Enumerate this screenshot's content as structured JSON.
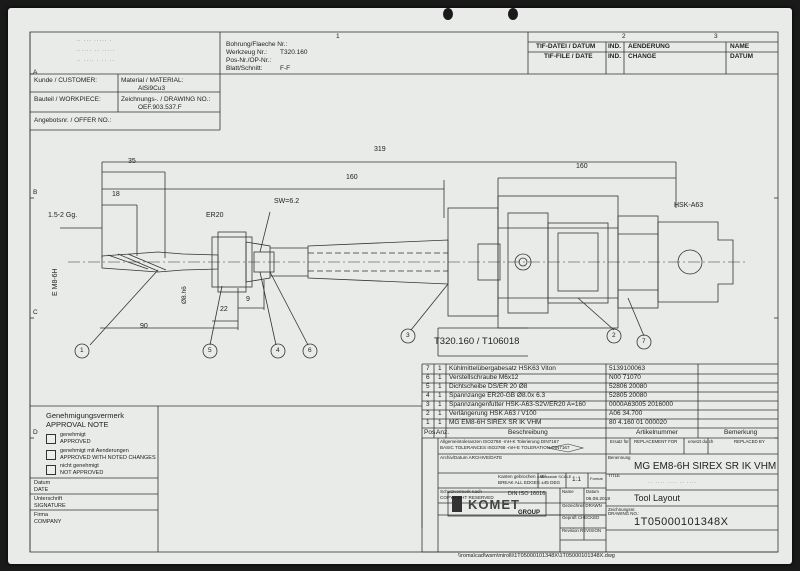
{
  "header": {
    "bohrung_label": "Bohrung/Flaeche Nr.:",
    "werkzeug_label": "Werkzeug Nr.:",
    "werkzeug_value": "T320.160",
    "pos_label": "Pos-Nr./OP-Nr.:",
    "blatt_label": "Blatt/Schnitt:",
    "blatt_value": "F-F",
    "tif_datei": "TIF-DATEI / DATUM",
    "tif_file": "TIF-FILE / DATE",
    "ind1": "IND.",
    "ind2": "IND.",
    "aenderung": "AENDERUNG",
    "change": "CHANGE",
    "name": "NAME",
    "datum": "DATUM",
    "grid_cols": [
      "1",
      "2",
      "3"
    ],
    "grid_rows": [
      "A",
      "B",
      "C",
      "D"
    ],
    "stamp_lines": [
      "·· ··· ·····  ·",
      "······ ·· ·····",
      "·· ···· · ·· ··"
    ]
  },
  "info": {
    "kunde": "Kunde / CUSTOMER:",
    "material_label": "Material / MATERIAL:",
    "material_value": "AlSi9Cu3",
    "bauteil": "Bauteil / WORKPIECE:",
    "zeichnung_label": "Zeichnungs-. / DRAWING NO.:",
    "zeichnung_value": "OEF.903.537.F",
    "angebot": "Angebotsnr. / OFFER NO.:"
  },
  "drawing": {
    "dim_319": "319",
    "dim_160a": "160",
    "dim_160b": "160",
    "dim_35": "35",
    "dim_18": "18",
    "dim_15": "1.5-2 Gg.",
    "er20": "ER20",
    "sw": "SW=6.2",
    "hsk": "HSK-A63",
    "em8": "E M8-6H",
    "dia": "Ø8.h6",
    "dim_22": "22",
    "dim_9": "9",
    "dim_90": "90",
    "tool_ref": "T320.160 / T106018",
    "balloons": [
      "1",
      "5",
      "4",
      "6",
      "3",
      "2",
      "7"
    ]
  },
  "bom": {
    "rows": [
      {
        "pos": "7",
        "anz": "1",
        "desc": "Kühlmittelübergabesatz HSK63 Viton",
        "art": "5139100063"
      },
      {
        "pos": "6",
        "anz": "1",
        "desc": "Verstellschraube M6x12",
        "art": "N00 71070"
      },
      {
        "pos": "5",
        "anz": "1",
        "desc": "Dichtscheibe DS/ER 20 Ø8",
        "art": "52806 20080"
      },
      {
        "pos": "4",
        "anz": "1",
        "desc": "Spannzange ER20-GB Ø8.0x 6.3",
        "art": "52805 20080"
      },
      {
        "pos": "3",
        "anz": "1",
        "desc": "Spannzangenfutter HSK-A63-S2V/ER20 A=160",
        "art": "0000A63005 2016000"
      },
      {
        "pos": "2",
        "anz": "1",
        "desc": "Verlängerung HSK A63 / V100",
        "art": "A06 34.700"
      },
      {
        "pos": "1",
        "anz": "1",
        "desc": "MG EM8-6H SIREX SR IK VHM",
        "art": "80 4.160 01 000020"
      }
    ],
    "h_pos": "Pos.",
    "h_anz": "Anz.",
    "h_desc": "Beschreibung",
    "h_art": "Artikelnummer",
    "h_bem": "Bemerkung"
  },
  "approval": {
    "title1": "Genehmigungsvermerk",
    "title2": "APPROVAL NOTE",
    "opt1a": "genehmigt",
    "opt1b": "APPROVED",
    "opt2a": "genehmigt mit Aenderungen",
    "opt2b": "APPROVED WITH NOTED CHANGES",
    "opt3a": "nicht genehmigt",
    "opt3b": "NOT APPROVED",
    "datum": "Datum",
    "date": "DATE",
    "unterschrift": "Unterschrift",
    "signature": "SIGNATURE",
    "firma": "Firma",
    "company": "COMPANY"
  },
  "titleblock": {
    "tol1": "Allgemeintoleranzen ISO2768 -mH-K  Tolerierung DIN7167",
    "tol2": "BASIC TOLERANCES ISO2768 -mH-E  TOLERATION DIN7167",
    "archiv": "Archiv/Datum  ARCHIVE/DATE",
    "kanten1": "Kanten gebrochen  ±45°",
    "kanten2": "BREAK ALL EDGES  ±45 DEG",
    "massstab": "Massstab SCALE",
    "scale_value": "1:1",
    "format": "Format",
    "schutz1": "Schutzvermerk nach",
    "schutz2": "COPYRIGHT RESERVED",
    "din": "DIN ISO 16016",
    "gezeichnet": "Gezeichnet DRAWN",
    "drawn_date": "06.08.2018",
    "geprueft": "Geprüft CHECKED",
    "revision": "Revision REVISION",
    "ersatz_fuer": "Ersatz für",
    "replacement_for": "REPLACEMENT FOR",
    "ersetzt_durch": "ersetzt durch",
    "replaced_by": "REPLACED BY",
    "benennung": "Benennung",
    "title": "MG EM8-6H SIREX SR IK VHM",
    "subtitle_blur": "·· ····  ···· ·· ····",
    "layout": "Tool Layout",
    "zeichnungsnr": "Zeichnungsnr. DRAWING NO.:",
    "drawing_no": "1T05000101348X",
    "name_label": "Name",
    "datum_label": "Datum",
    "title_label": "TITLE",
    "logo": "KOMET",
    "group": "GROUP",
    "path": "\\\\roma\\cad\\wsm\\mirolli\\1T05000101348X\\1T05000101348X.dwg"
  }
}
